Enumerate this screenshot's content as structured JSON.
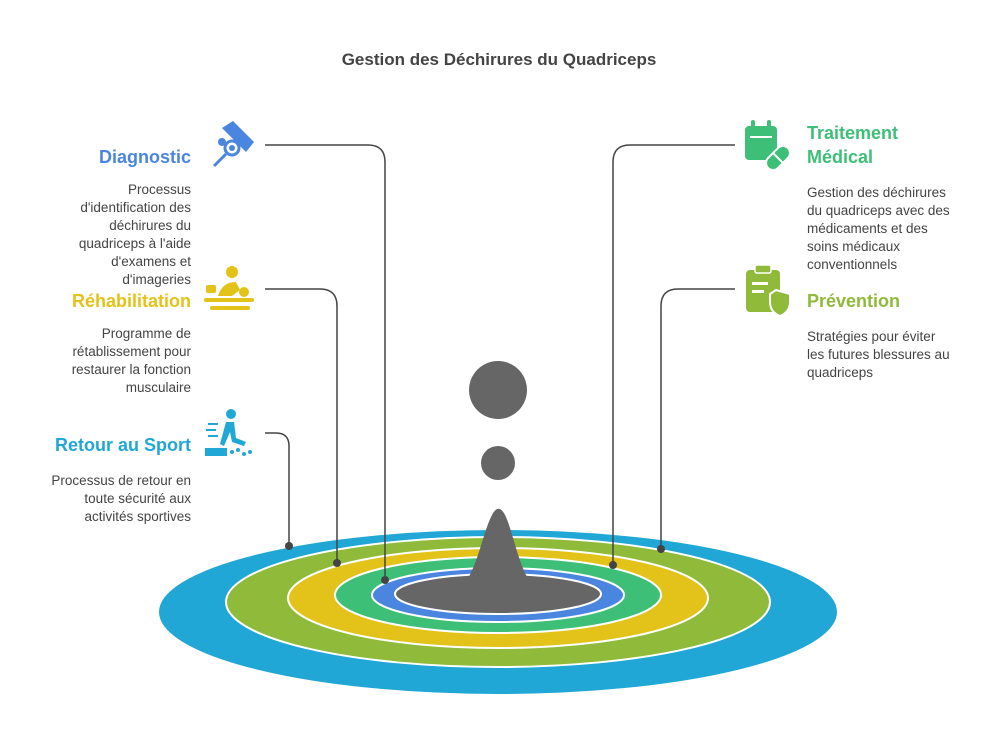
{
  "title": "Gestion des Déchirures du Quadriceps",
  "colors": {
    "blue": "#4a86e0",
    "green": "#3dbf77",
    "yellow": "#e3c319",
    "olive": "#8fba3a",
    "cyan": "#20a7d6",
    "gray": "#666666",
    "line": "#444444"
  },
  "items": {
    "diagnostic": {
      "title": "Diagnostic",
      "icon": "doctor-magnifier-icon",
      "desc": [
        "Processus",
        "d'identification des",
        "déchirures du",
        "quadriceps à l'aide",
        "d'examens et",
        "d'imageries"
      ]
    },
    "rehabilitation": {
      "title": "Réhabilitation",
      "icon": "massage-therapy-icon",
      "desc": [
        "Programme de",
        "rétablissement pour",
        "restaurer la fonction",
        "musculaire"
      ]
    },
    "retour": {
      "title": "Retour au Sport",
      "icon": "running-person-icon",
      "desc": [
        "Processus de retour en",
        "toute sécurité aux",
        "activités sportives"
      ]
    },
    "traitement": {
      "title": [
        "Traitement",
        "Médical"
      ],
      "icon": "calendar-pill-icon",
      "desc": [
        "Gestion des déchirures",
        "du quadriceps avec des",
        "médicaments et des",
        "soins médicaux",
        "conventionnels"
      ]
    },
    "prevention": {
      "title": "Prévention",
      "icon": "clipboard-shield-icon",
      "desc": [
        "Stratégies pour éviter",
        "les futures blessures au",
        "quadriceps"
      ]
    }
  }
}
